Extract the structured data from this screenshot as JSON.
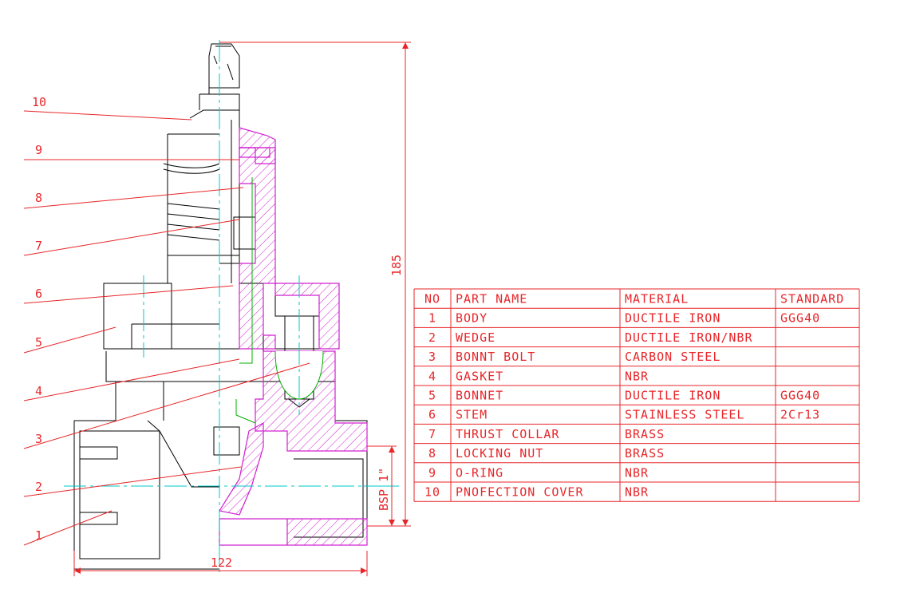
{
  "colors": {
    "annotation": "#e8262a",
    "outline": "#000000",
    "centerline": "#00c8c8",
    "section_hatch": "#d020d0",
    "seal_line": "#00b000"
  },
  "callouts": [
    "10",
    "9",
    "8",
    "7",
    "6",
    "5",
    "4",
    "3",
    "2",
    "1"
  ],
  "dimensions": {
    "overall_width": "122",
    "overall_height": "185",
    "thread": "BSP 1\""
  },
  "parts_table": {
    "headers": [
      "NO",
      "PART NAME",
      "MATERIAL",
      "STANDARD"
    ],
    "rows": [
      [
        "1",
        "BODY",
        "DUCTILE IRON",
        "GGG40"
      ],
      [
        "2",
        "WEDGE",
        "DUCTILE IRON/NBR",
        ""
      ],
      [
        "3",
        "BONNT BOLT",
        "CARBON STEEL",
        ""
      ],
      [
        "4",
        "GASKET",
        "NBR",
        ""
      ],
      [
        "5",
        "BONNET",
        "DUCTILE IRON",
        "GGG40"
      ],
      [
        "6",
        "STEM",
        "STAINLESS STEEL",
        "2Cr13"
      ],
      [
        "7",
        "THRUST COLLAR",
        "BRASS",
        ""
      ],
      [
        "8",
        "LOCKING NUT",
        "BRASS",
        ""
      ],
      [
        "9",
        "O-RING",
        "NBR",
        ""
      ],
      [
        "10",
        "PNOFECTION COVER",
        "NBR",
        ""
      ]
    ]
  }
}
